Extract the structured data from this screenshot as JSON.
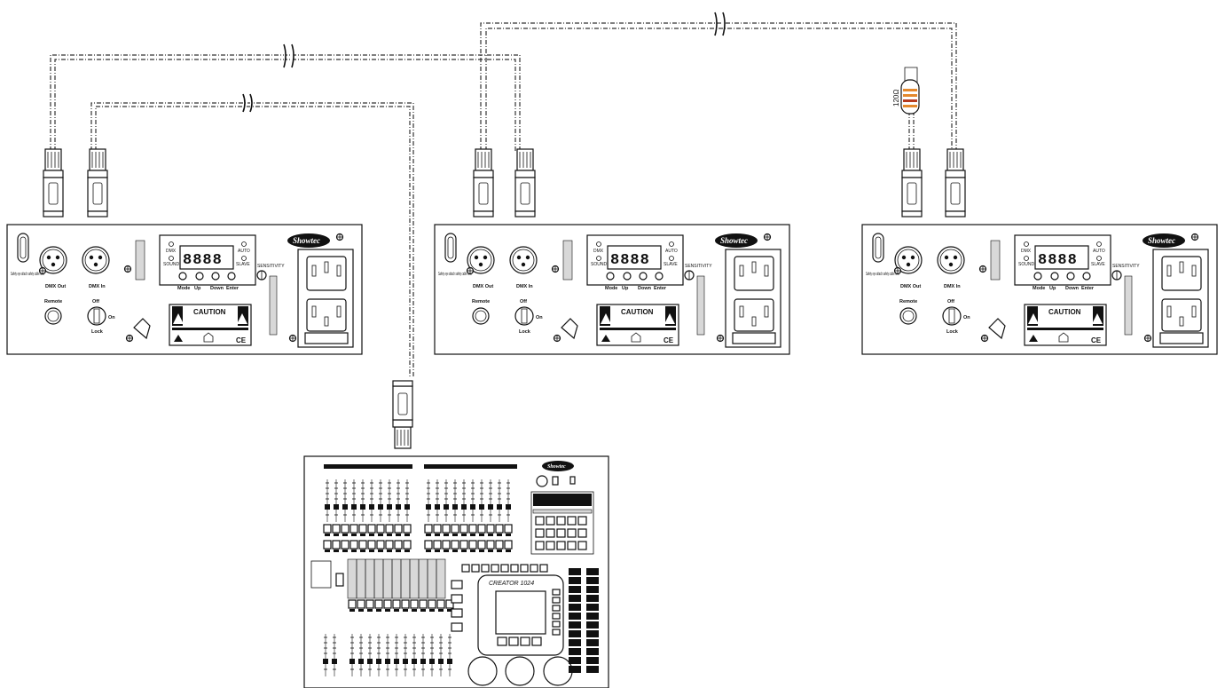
{
  "fixture_panel": {
    "brand": "Showtec",
    "labels": {
      "dmx_out": "DMX Out",
      "dmx_in": "DMX In",
      "remote": "Remote",
      "off": "Off",
      "on": "On",
      "lock": "Lock",
      "safety_eye": "Safety eye attach safety cable here",
      "sensitivity": "SENSITIVITY",
      "dmx": "DMX",
      "sound": "SOUND",
      "auto": "AUTO",
      "slave": "SLAVE",
      "display": "8888",
      "mode": "Mode",
      "up": "Up",
      "down": "Down",
      "enter": "Enter",
      "caution": "CAUTION",
      "ce": "CE"
    }
  },
  "terminator": {
    "resistor_label": "120Ω"
  },
  "controller": {
    "brand": "Showtec",
    "screen_title": "CREATOR 1024"
  }
}
